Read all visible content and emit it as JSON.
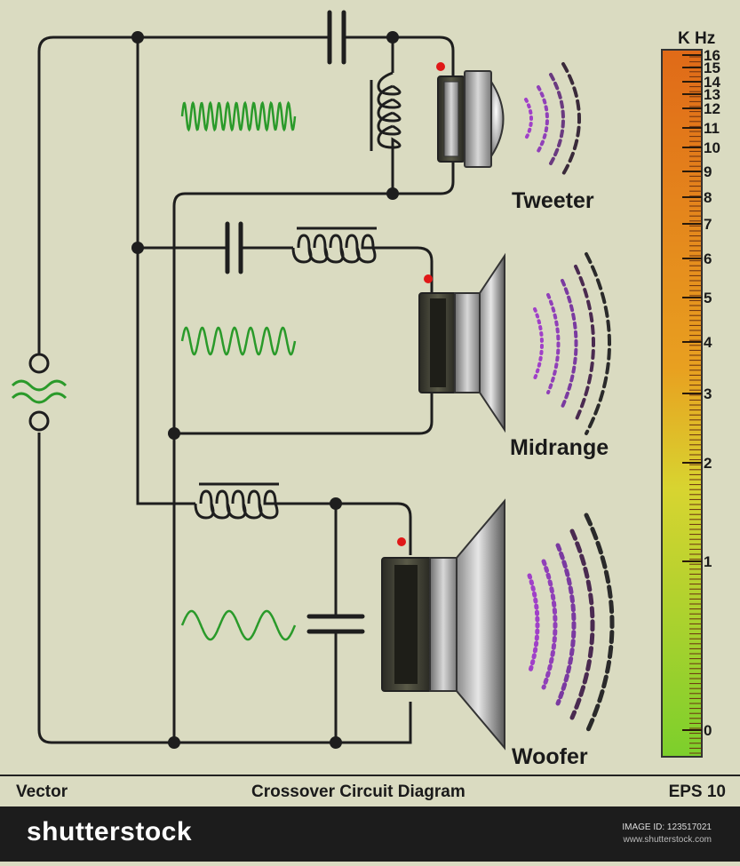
{
  "labels": {
    "tweeter": "Tweeter",
    "midrange": "Midrange",
    "woofer": "Woofer",
    "scale_unit": "K Hz"
  },
  "scale_ticks": [
    "16",
    "15",
    "14",
    "13",
    "12",
    "11",
    "10",
    "9",
    "8",
    "7",
    "6",
    "5",
    "4",
    "3",
    "2",
    "1",
    "0"
  ],
  "footer": {
    "left": "Vector",
    "center": "Crossover Circuit Diagram",
    "right": "EPS 10"
  },
  "watermark": {
    "brand": "shutterstock",
    "image_id": "IMAGE ID: 123517021",
    "site": "www.shutterstock.com"
  },
  "colors": {
    "background": "#dadbc1",
    "wire": "#1e1e1e",
    "waveform": "#2a9a2a",
    "sound_wave_inner": "#a040c8",
    "sound_wave_outer": "#2a2a2a",
    "scale_top": "#e07018",
    "scale_bottom": "#80d030",
    "polarity_dot": "#e01818"
  }
}
